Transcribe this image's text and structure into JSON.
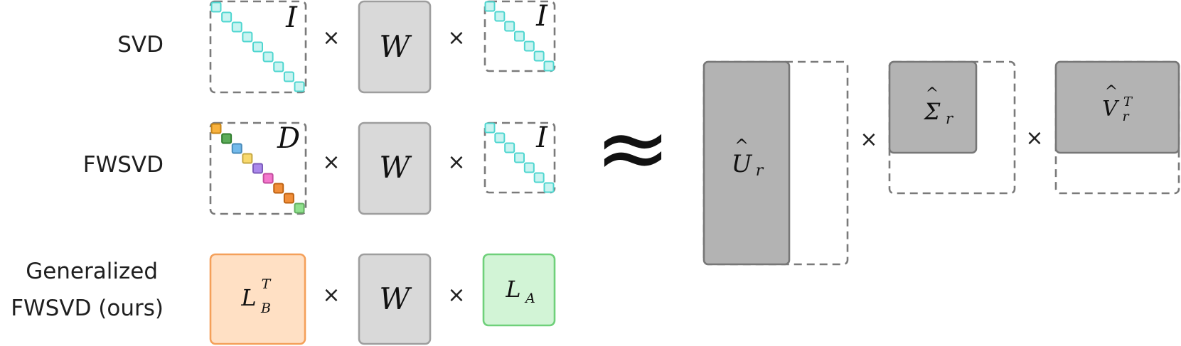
{
  "rows": [
    {
      "label_lines": [
        "SVD"
      ],
      "left_symbol": "I",
      "middle_symbol": "W",
      "right_symbol": "I"
    },
    {
      "label_lines": [
        "FWSVD"
      ],
      "left_symbol": "D",
      "middle_symbol": "W",
      "right_symbol": "I"
    },
    {
      "label_lines": [
        "Generalized",
        "FWSVD (ours)"
      ],
      "left_symbol": "L",
      "left_sub": "B",
      "left_sup": "T",
      "middle_symbol": "W",
      "right_symbol": "L",
      "right_sub": "A"
    }
  ],
  "operators": {
    "times": "×",
    "approx": "≈"
  },
  "result": {
    "u": {
      "base": "U",
      "hat": "^",
      "sub": "r"
    },
    "sigma": {
      "base": "Σ",
      "hat": "^",
      "sub": "r"
    },
    "v": {
      "base": "V",
      "hat": "^",
      "sub": "r",
      "sup": "T"
    }
  },
  "colors": {
    "identity_diagonal": "#4fd6d0",
    "identity_fill": "#c9f4f1",
    "weight_matrix": "#d9d9d9",
    "factor_matrix": "#b3b3b3",
    "lb_fill": "#ffe0c4",
    "lb_border": "#f4a05a",
    "la_fill": "#d2f4d6",
    "la_border": "#6fd07a",
    "fwsvd_diagonal": [
      "#f7a51c",
      "#3f9e3c",
      "#5aaee8",
      "#f7d254",
      "#9b73e8",
      "#f25fc4",
      "#ee7a16",
      "#ee7a16",
      "#7ddc7a"
    ]
  }
}
